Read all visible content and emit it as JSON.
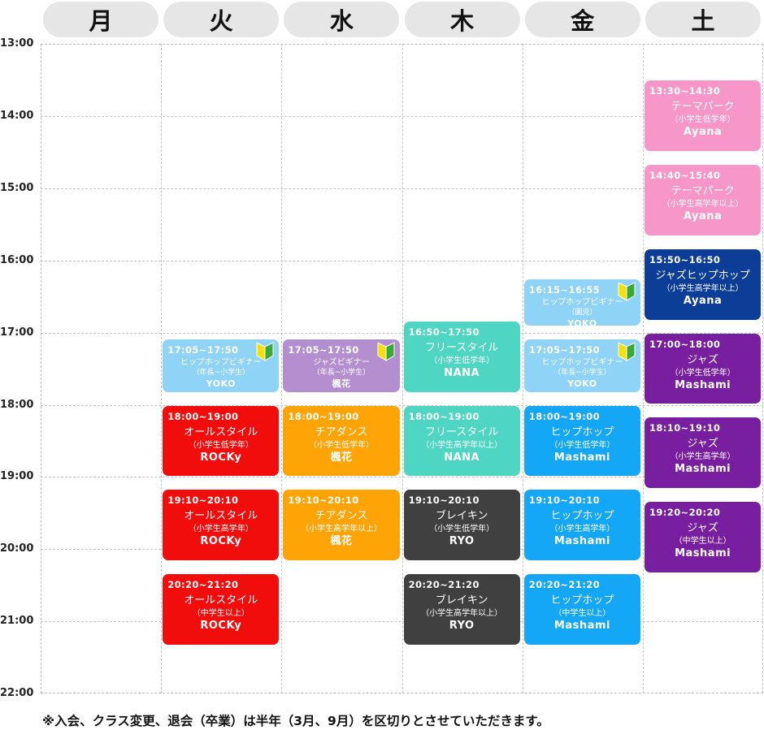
{
  "days": [
    "月",
    "火",
    "水",
    "木",
    "金",
    "土"
  ],
  "hours": [
    "13:00",
    "14:00",
    "15:00",
    "16:00",
    "17:00",
    "18:00",
    "19:00",
    "20:00",
    "21:00",
    "22:00"
  ],
  "colors": {
    "header_bg": "#e6e6e6",
    "grid_line": "#c4c4c4",
    "theme_park_pink": "#f797c9",
    "jazz_hiphop_navy": "#0c3d97",
    "beginner_lightblue": "#8fd3f7",
    "jazz_purple": "#781fa0",
    "jazz_beginner_lavender": "#b38fd0",
    "freestyle_teal": "#4fd6c2",
    "allstyle_red": "#f20d0d",
    "cheer_orange": "#ffa406",
    "breaking_gray": "#404040",
    "hiphop_blue": "#14a7f5",
    "beginner_mark_green": "#3aa935",
    "beginner_mark_yellow": "#f6df0b"
  },
  "classes": [
    {
      "id": "tue-1705",
      "day": 1,
      "start": "17:05",
      "end": "17:50",
      "time": "17:05~17:50",
      "name": "ヒップホップビギナー",
      "level": "（年長~小学生）",
      "instructor": "YOKO",
      "color": "#8fd3f7",
      "small": true,
      "beginner": true
    },
    {
      "id": "tue-1800",
      "day": 1,
      "start": "18:00",
      "end": "19:00",
      "time": "18:00~19:00",
      "name": "オールスタイル",
      "level": "（小学生低学年）",
      "instructor": "ROCKy",
      "color": "#f20d0d"
    },
    {
      "id": "tue-1910",
      "day": 1,
      "start": "19:10",
      "end": "20:10",
      "time": "19:10~20:10",
      "name": "オールスタイル",
      "level": "（小学生高学年）",
      "instructor": "ROCKy",
      "color": "#f20d0d"
    },
    {
      "id": "tue-2020",
      "day": 1,
      "start": "20:20",
      "end": "21:20",
      "time": "20:20~21:20",
      "name": "オールスタイル",
      "level": "（中学生以上）",
      "instructor": "ROCKy",
      "color": "#f20d0d"
    },
    {
      "id": "wed-1705",
      "day": 2,
      "start": "17:05",
      "end": "17:50",
      "time": "17:05~17:50",
      "name": "ジャズビギナー",
      "level": "（年長~小学生）",
      "instructor": "楓花",
      "color": "#b38fd0",
      "small": true,
      "beginner": true
    },
    {
      "id": "wed-1800",
      "day": 2,
      "start": "18:00",
      "end": "19:00",
      "time": "18:00~19:00",
      "name": "チアダンス",
      "level": "（小学生低学年）",
      "instructor": "楓花",
      "color": "#ffa406"
    },
    {
      "id": "wed-1910",
      "day": 2,
      "start": "19:10",
      "end": "20:10",
      "time": "19:10~20:10",
      "name": "チアダンス",
      "level": "（小学生高学年以上）",
      "instructor": "楓花",
      "color": "#ffa406"
    },
    {
      "id": "thu-1650",
      "day": 3,
      "start": "16:50",
      "end": "17:50",
      "time": "16:50~17:50",
      "name": "フリースタイル",
      "level": "（小学生低学年）",
      "instructor": "NANA",
      "color": "#4fd6c2"
    },
    {
      "id": "thu-1800",
      "day": 3,
      "start": "18:00",
      "end": "19:00",
      "time": "18:00~19:00",
      "name": "フリースタイル",
      "level": "（小学生高学年以上）",
      "instructor": "NANA",
      "color": "#4fd6c2"
    },
    {
      "id": "thu-1910",
      "day": 3,
      "start": "19:10",
      "end": "20:10",
      "time": "19:10~20:10",
      "name": "ブレイキン",
      "level": "（小学生低学年）",
      "instructor": "RYO",
      "color": "#404040"
    },
    {
      "id": "thu-2020",
      "day": 3,
      "start": "20:20",
      "end": "21:20",
      "time": "20:20~21:20",
      "name": "ブレイキン",
      "level": "（小学生高学年以上）",
      "instructor": "RYO",
      "color": "#404040"
    },
    {
      "id": "fri-1615",
      "day": 4,
      "start": "16:15",
      "end": "16:55",
      "time": "16:15~16:55",
      "name": "ヒップホップビギナー",
      "level": "（園児）",
      "instructor": "YOKO",
      "color": "#8fd3f7",
      "small": true,
      "beginner": true
    },
    {
      "id": "fri-1705",
      "day": 4,
      "start": "17:05",
      "end": "17:50",
      "time": "17:05~17:50",
      "name": "ヒップホップビギナー",
      "level": "（年長~小学生）",
      "instructor": "YOKO",
      "color": "#8fd3f7",
      "small": true,
      "beginner": true
    },
    {
      "id": "fri-1800",
      "day": 4,
      "start": "18:00",
      "end": "19:00",
      "time": "18:00~19:00",
      "name": "ヒップホップ",
      "level": "（小学生低学年）",
      "instructor": "Mashami",
      "color": "#14a7f5"
    },
    {
      "id": "fri-1910",
      "day": 4,
      "start": "19:10",
      "end": "20:10",
      "time": "19:10~20:10",
      "name": "ヒップホップ",
      "level": "（小学生高学年）",
      "instructor": "Mashami",
      "color": "#14a7f5"
    },
    {
      "id": "fri-2020",
      "day": 4,
      "start": "20:20",
      "end": "21:20",
      "time": "20:20~21:20",
      "name": "ヒップホップ",
      "level": "（中学生以上）",
      "instructor": "Mashami",
      "color": "#14a7f5"
    },
    {
      "id": "sat-1330",
      "day": 5,
      "start": "13:30",
      "end": "14:30",
      "time": "13:30~14:30",
      "name": "テーマパーク",
      "level": "（小学生低学年）",
      "instructor": "Ayana",
      "color": "#f797c9"
    },
    {
      "id": "sat-1440",
      "day": 5,
      "start": "14:40",
      "end": "15:40",
      "time": "14:40~15:40",
      "name": "テーマパーク",
      "level": "（小学生高学年以上）",
      "instructor": "Ayana",
      "color": "#f797c9"
    },
    {
      "id": "sat-1550",
      "day": 5,
      "start": "15:50",
      "end": "16:50",
      "time": "15:50~16:50",
      "name": "ジャズヒップホップ",
      "level": "（小学生高学年以上）",
      "instructor": "Ayana",
      "color": "#0c3d97"
    },
    {
      "id": "sat-1700",
      "day": 5,
      "start": "17:00",
      "end": "18:00",
      "time": "17:00~18:00",
      "name": "ジャズ",
      "level": "（小学生低学年）",
      "instructor": "Mashami",
      "color": "#781fa0"
    },
    {
      "id": "sat-1810",
      "day": 5,
      "start": "18:10",
      "end": "19:10",
      "time": "18:10~19:10",
      "name": "ジャズ",
      "level": "（小学生高学年）",
      "instructor": "Mashami",
      "color": "#781fa0"
    },
    {
      "id": "sat-1920",
      "day": 5,
      "start": "19:20",
      "end": "20:20",
      "time": "19:20~20:20",
      "name": "ジャズ",
      "level": "（中学生以上）",
      "instructor": "Mashami",
      "color": "#781fa0"
    }
  ],
  "footnote": "※入会、クラス変更、退会（卒業）は半年（3月、9月）を区切りとさせていただきます。"
}
